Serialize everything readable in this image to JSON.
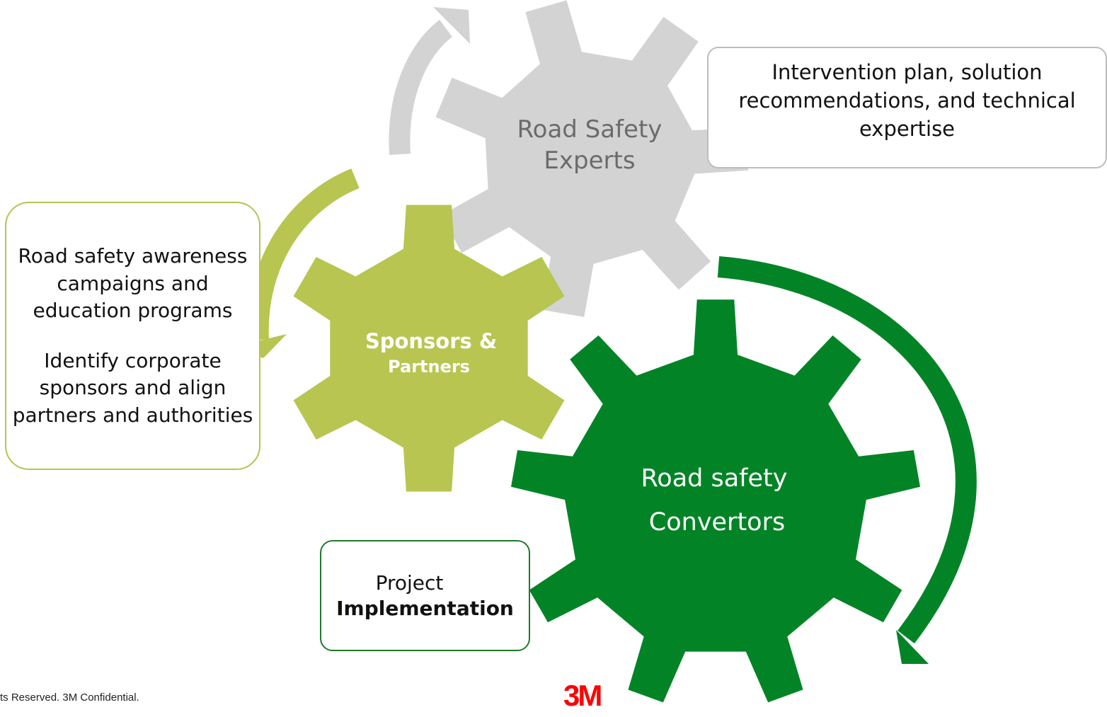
{
  "gears": {
    "experts": {
      "label_line1": "Road Safety",
      "label_line2": "Experts",
      "color": "#d3d3d3"
    },
    "sponsors": {
      "label_line1": "Sponsors &",
      "label_line2": "Partners",
      "color": "#b8c550"
    },
    "convertors": {
      "label_line1": "Road safety",
      "label_line2": "Convertors",
      "color": "#028426"
    }
  },
  "boxes": {
    "experts": {
      "text": "Intervention plan, solution recommendations, and technical expertise"
    },
    "sponsors": {
      "paragraph1": "Road safety awareness campaigns and education programs",
      "paragraph2": "Identify corporate sponsors and align partners and authorities"
    },
    "implementation": {
      "line1": "Project",
      "line2": "Implementation"
    }
  },
  "arrows": {
    "gray": "#d3d3d3",
    "light_green": "#b8c550",
    "dark_green": "#028426"
  },
  "footer": {
    "text": "ts Reserved. 3M Confidential."
  },
  "logo": {
    "text": "3M",
    "color": "#ff0000"
  }
}
